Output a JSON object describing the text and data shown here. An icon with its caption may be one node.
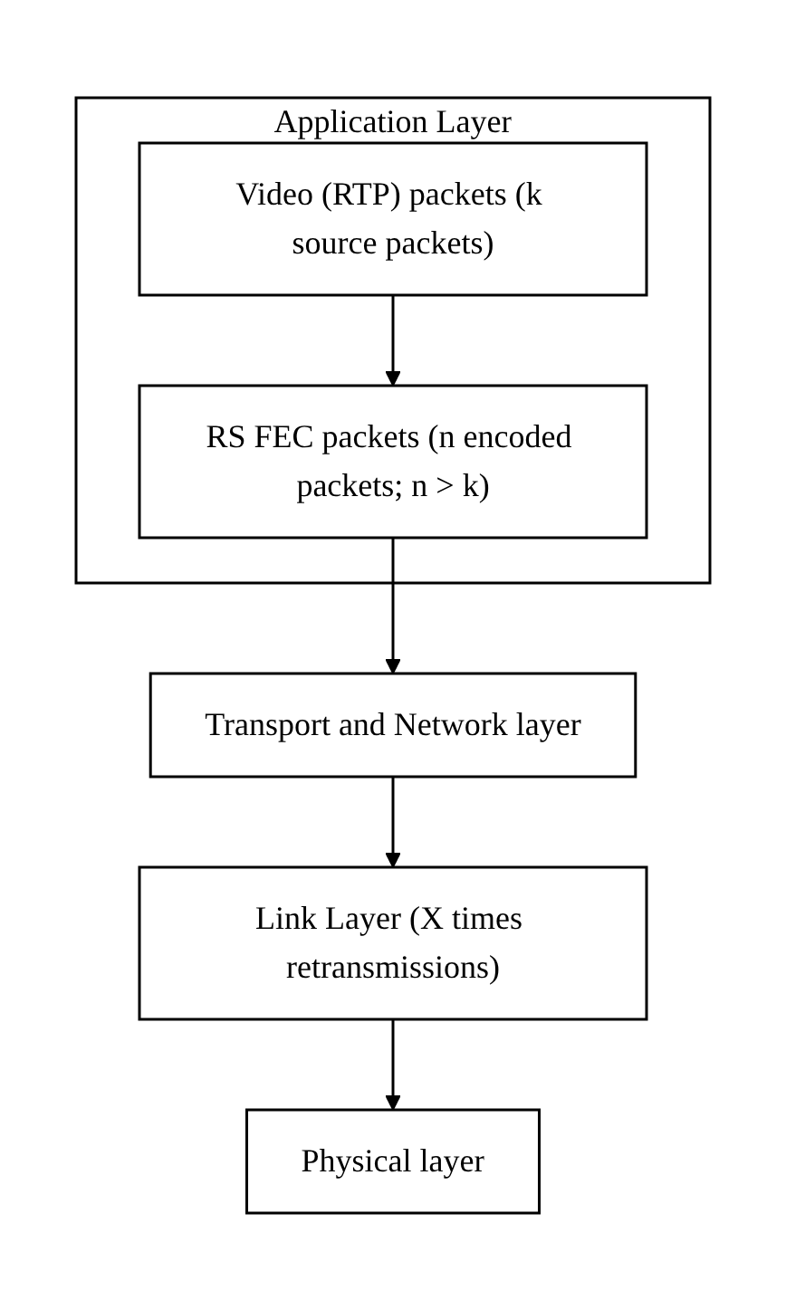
{
  "diagram": {
    "nodes": [
      {
        "text": [
          "Application Layer"
        ]
      },
      {
        "text": [
          "Video (RTP) packets (k source packets)"
        ],
        "in": 0
      },
      {
        "text": [
          "RS FEC packets (n encoded packets; n > k)"
        ],
        "in": 0
      },
      {
        "text": [
          "Transport and Network layer"
        ]
      },
      {
        "text": [
          "Link Layer (X times retransmissions)"
        ]
      },
      {
        "text": [
          "Physical layer"
        ]
      }
    ],
    "edges": [
      {
        "from": 1,
        "to": 2,
        "arrow": "to"
      },
      {
        "from": 2,
        "to": 3,
        "arrow": "to"
      },
      {
        "from": 3,
        "to": 4,
        "arrow": "to"
      },
      {
        "from": 4,
        "to": 5,
        "arrow": "to"
      }
    ]
  }
}
